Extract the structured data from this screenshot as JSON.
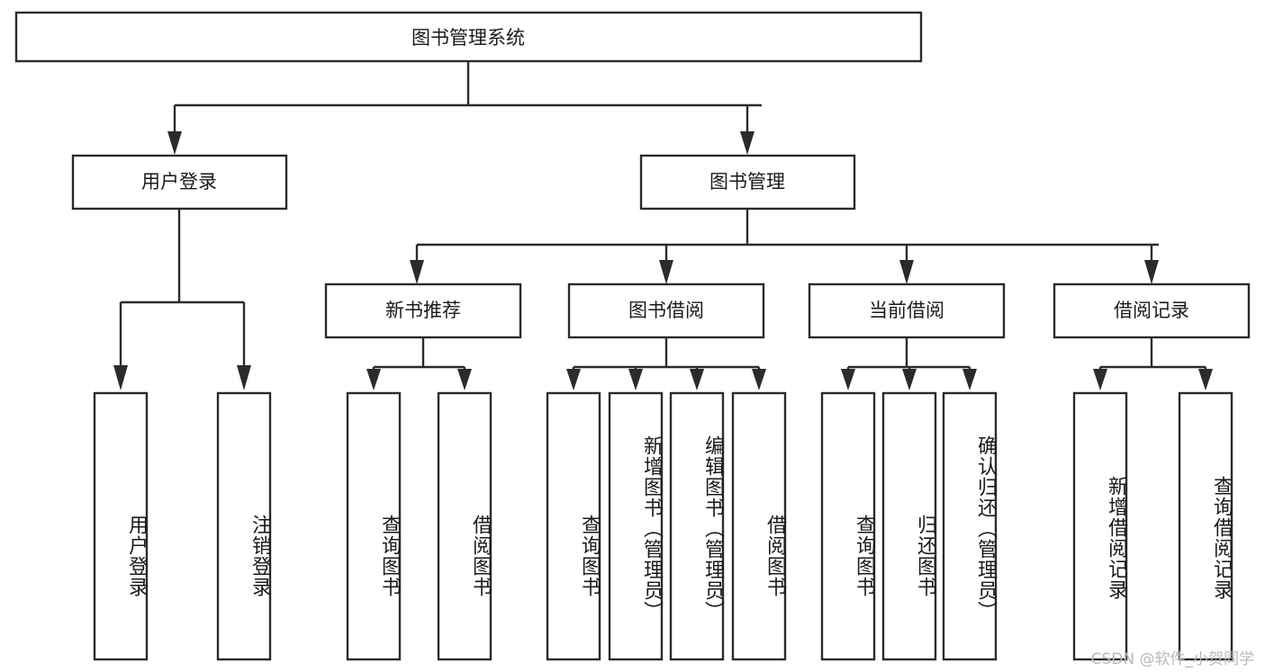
{
  "diagram": {
    "type": "tree-hierarchy",
    "title": "图书管理系统",
    "orientation": "top-down",
    "stroke_color": "#2b2b2b",
    "fill_color": "#ffffff",
    "text_color": "#1a1a1a",
    "levels": 4
  },
  "root": {
    "label": "图书管理系统"
  },
  "level1": [
    {
      "label": "用户登录"
    },
    {
      "label": "图书管理"
    }
  ],
  "level2": [
    {
      "label": "新书推荐"
    },
    {
      "label": "图书借阅"
    },
    {
      "label": "当前借阅"
    },
    {
      "label": "借阅记录"
    }
  ],
  "leaves": {
    "user_login": [
      {
        "label": "用户登录"
      },
      {
        "label": "注销登录"
      }
    ],
    "new_book_recommend": [
      {
        "label": "查询图书"
      },
      {
        "label": "借阅图书"
      }
    ],
    "book_borrow": [
      {
        "label": "查询图书"
      },
      {
        "label": "新增图书（管理员）"
      },
      {
        "label": "编辑图书（管理员）"
      },
      {
        "label": "借阅图书"
      }
    ],
    "current_borrow": [
      {
        "label": "查询图书"
      },
      {
        "label": "归还图书"
      },
      {
        "label": "确认归还（管理员）"
      }
    ],
    "borrow_record": [
      {
        "label": "新增借阅记录"
      },
      {
        "label": "查询借阅记录"
      }
    ]
  },
  "watermark": {
    "text": "CSDN @软件_小贺同学"
  }
}
